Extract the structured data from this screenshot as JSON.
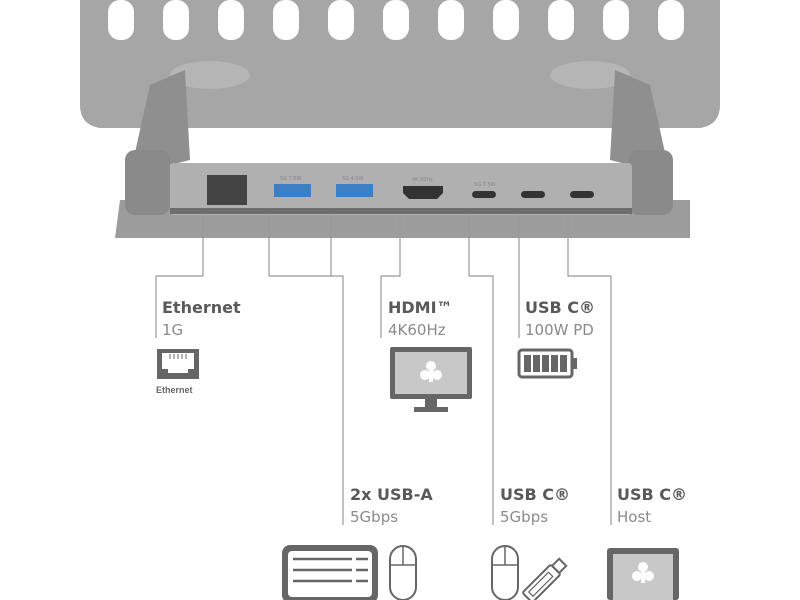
{
  "ports": {
    "ethernet": {
      "title": "Ethernet",
      "sub": "1G",
      "icon_caption": "Ethernet"
    },
    "usba": {
      "title": "2x USB-A",
      "sub": "5Gbps",
      "port1_marking": "5G 7.5W",
      "port2_marking": "5G 4.5W"
    },
    "hdmi": {
      "title": "HDMI™",
      "sub": "4K60Hz",
      "port_marking": "4K 60Hz"
    },
    "usbc_data": {
      "title": "USB C®",
      "sub": "5Gbps",
      "port_marking": "5G 7.5W"
    },
    "usbc_pd": {
      "title": "USB C®",
      "sub": "100W PD"
    },
    "usbc_host": {
      "title": "USB C®",
      "sub": "Host"
    }
  },
  "colors": {
    "body": "#a3a3a3",
    "text_bold": "#595959",
    "text_light": "#8a8a8a",
    "usb_blue": "#3d7fc4"
  }
}
